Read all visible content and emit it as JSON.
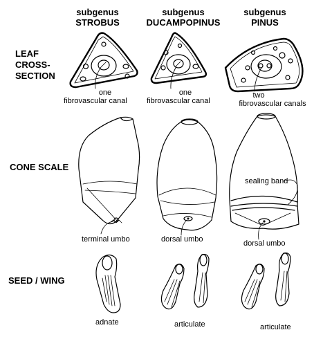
{
  "columns": [
    {
      "line1": "subgenus",
      "line2": "STROBUS"
    },
    {
      "line1": "subgenus",
      "line2": "DUCAMPOPINUS"
    },
    {
      "line1": "subgenus",
      "line2": "PINUS"
    }
  ],
  "rows": {
    "leaf": {
      "line1": "LEAF",
      "line2": "CROSS-",
      "line3": "SECTION"
    },
    "cone": {
      "label": "CONE SCALE"
    },
    "seed": {
      "label": "SEED / WING"
    }
  },
  "annotations": {
    "leaf_strobus": {
      "line1": "one",
      "line2": "fibrovascular canal"
    },
    "leaf_ducampo": {
      "line1": "one",
      "line2": "fibrovascular canal"
    },
    "leaf_pinus": {
      "line1": "two",
      "line2": "fibrovascular canals"
    },
    "sealing_band": "sealing band",
    "cone_strobus": "terminal umbo",
    "cone_ducampo": "dorsal umbo",
    "cone_pinus": "dorsal umbo",
    "seed_strobus": "adnate",
    "seed_ducampo": "articulate",
    "seed_pinus": "articulate"
  }
}
